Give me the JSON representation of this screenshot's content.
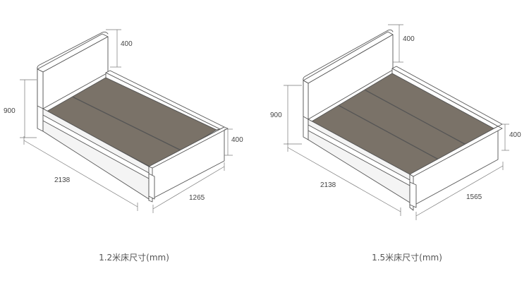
{
  "beds": [
    {
      "id": "bed-1-2m",
      "caption": "1.2米床尺寸(mm)",
      "dimensions": {
        "headboard_height": "400",
        "total_height": "900",
        "frame_height": "400",
        "length": "2138",
        "width": "1265"
      }
    },
    {
      "id": "bed-1-5m",
      "caption": "1.5米床尺寸(mm)",
      "dimensions": {
        "headboard_height": "400",
        "total_height": "900",
        "frame_height": "400",
        "length": "2138",
        "width": "1565"
      }
    }
  ],
  "colors": {
    "mattress_platform": "#7a7268",
    "line": "#555555",
    "dimension_line": "#777777",
    "text": "#444444"
  }
}
